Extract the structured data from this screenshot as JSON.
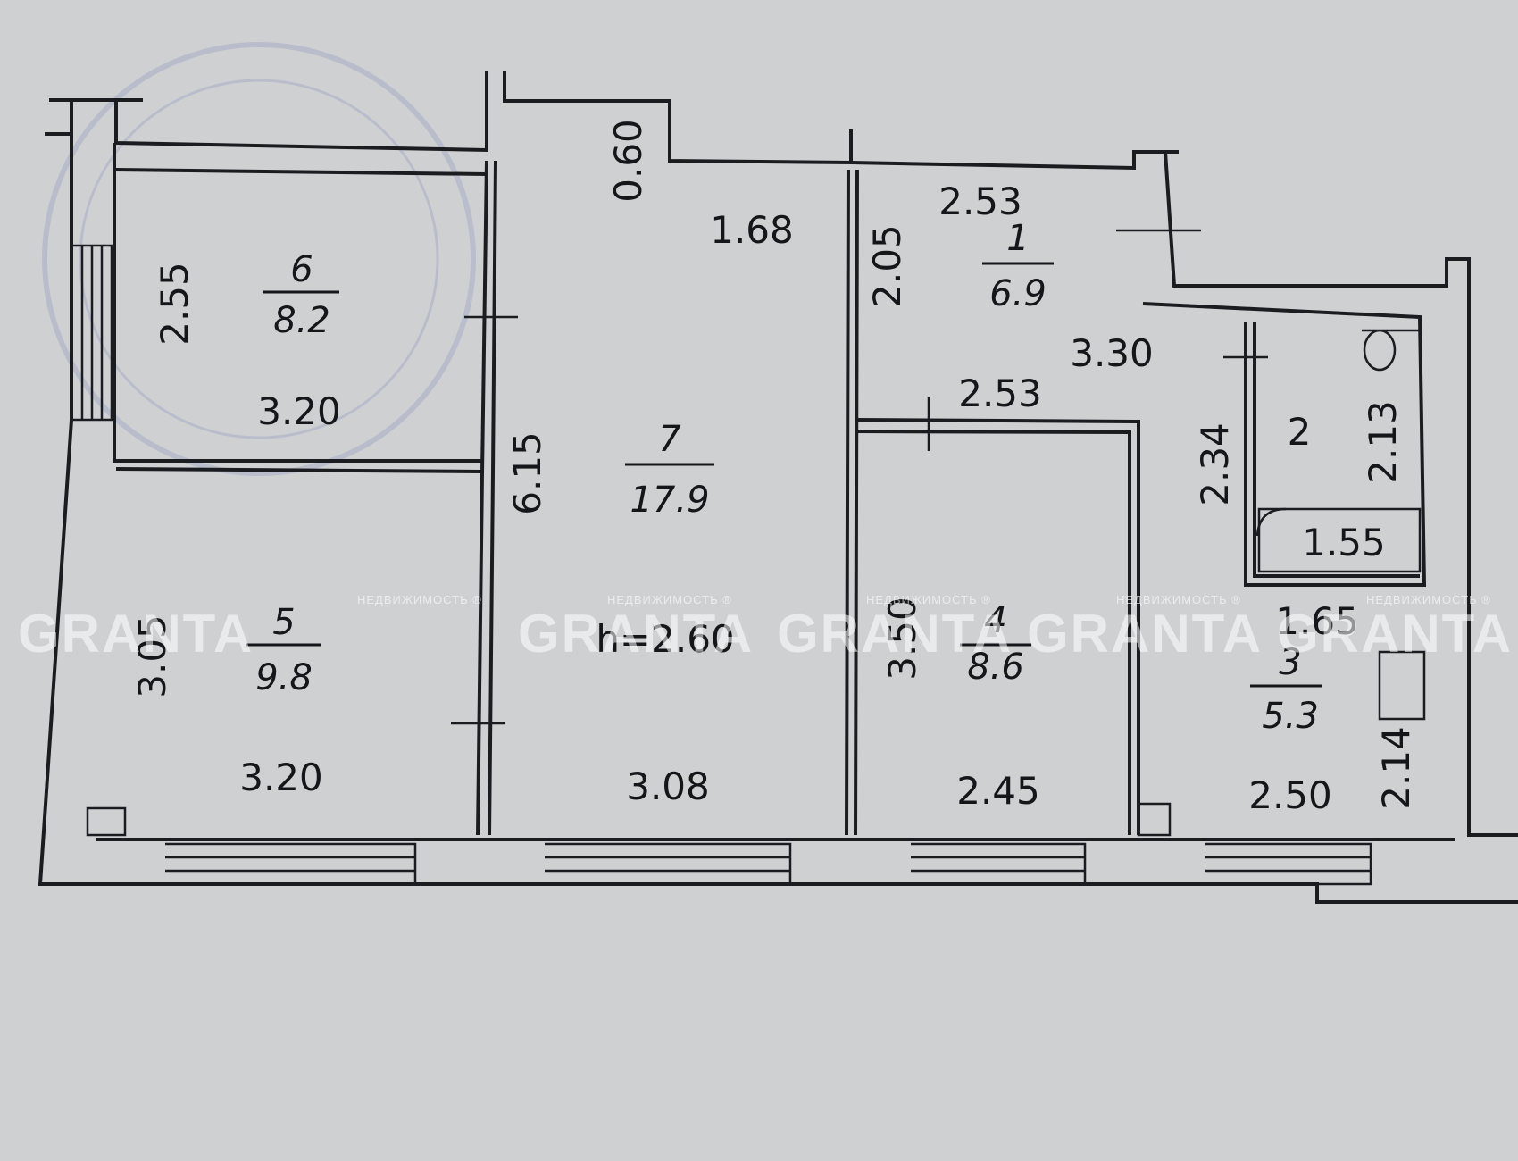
{
  "rooms": [
    {
      "id": "1",
      "area": "6.9"
    },
    {
      "id": "2",
      "area": ""
    },
    {
      "id": "3",
      "area": "5.3"
    },
    {
      "id": "4",
      "area": "8.6"
    },
    {
      "id": "5",
      "area": "9.8"
    },
    {
      "id": "6",
      "area": "8.2"
    },
    {
      "id": "7",
      "area": "17.9"
    }
  ],
  "dimensions": {
    "r6_height": "2.55",
    "r6_width": "3.20",
    "r5_height": "3.05",
    "r5_width": "3.20",
    "r7_niche": "0.60",
    "r7_top": "1.68",
    "r7_height": "6.15",
    "r7_width": "3.08",
    "ceiling": "h=2.60",
    "r1_top": "2.53",
    "r1_height": "2.05",
    "r1_side": "3.30",
    "r4_top": "2.53",
    "r4_height": "3.50",
    "r4_width": "2.45",
    "r2_height_left": "2.34",
    "r2_height_right": "2.13",
    "r2_bath": "1.55",
    "r3_top": "1.65",
    "r3_height": "2.14",
    "r3_width": "2.50"
  },
  "watermark": {
    "brand": "GRANTA",
    "caption": "НЕДВИЖИМОСТЬ ®"
  }
}
